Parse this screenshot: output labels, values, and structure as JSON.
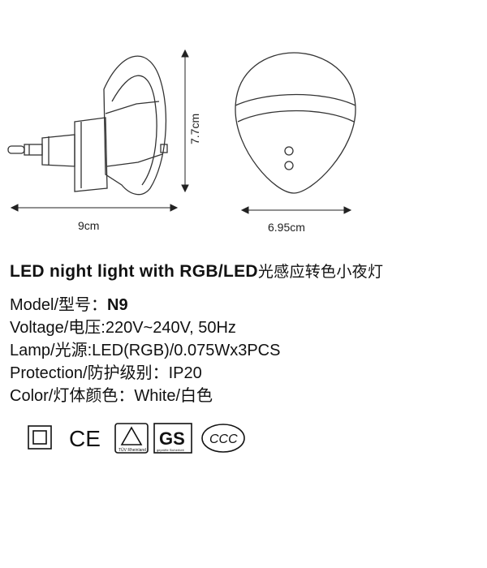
{
  "dimensions": {
    "side_width": "9cm",
    "height": "7.7cm",
    "front_width": "6.95cm"
  },
  "title": {
    "en": "LED  night  light  with  RGB/LED",
    "cn": "光感应转色小夜灯"
  },
  "specs": [
    {
      "label": "Model/型号：",
      "value": "N9",
      "bold": true
    },
    {
      "label": "Voltage/电压:",
      "value": "220V~240V, 50Hz",
      "bold": false
    },
    {
      "label": "Lamp/光源:",
      "value": "LED(RGB)/0.075Wx3PCS",
      "bold": false
    },
    {
      "label": "Protection/防护级别：",
      "value": "IP20",
      "bold": false
    },
    {
      "label": "Color/灯体颜色：",
      "value": "White/白色",
      "bold": false
    }
  ],
  "certifications": {
    "ce": "CE",
    "tuv_text": "TÜV Rheinland",
    "gs": "GS",
    "gs_sub": "geprüfte Sicherheit",
    "ccc": "CCC"
  },
  "icons": [
    "double-insulation-icon",
    "ce-mark-icon",
    "tuv-triangle-icon",
    "gs-mark-icon",
    "ccc-mark-icon"
  ]
}
